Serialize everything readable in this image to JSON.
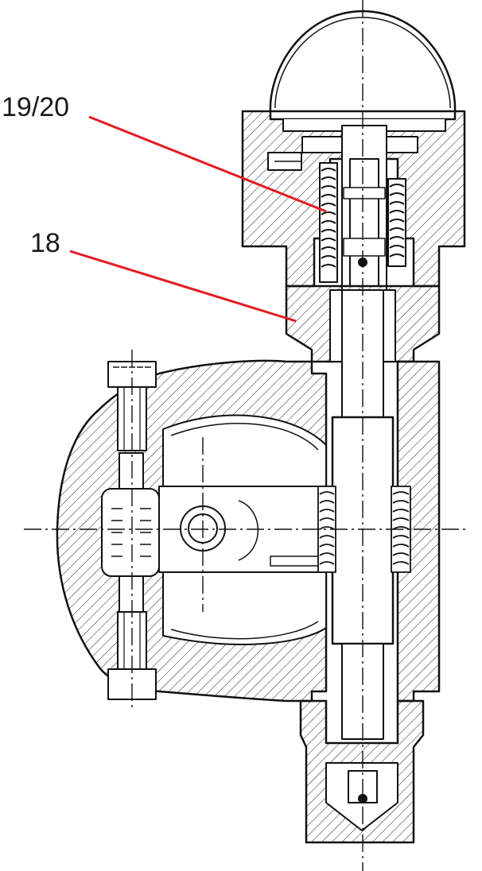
{
  "callouts": [
    {
      "id": "19/20",
      "label": "19/20"
    },
    {
      "id": "18",
      "label": "18"
    }
  ],
  "colors": {
    "leader": "#e31b23",
    "outline": "#111111",
    "hatch": "#222222",
    "background": "#ffffff"
  }
}
